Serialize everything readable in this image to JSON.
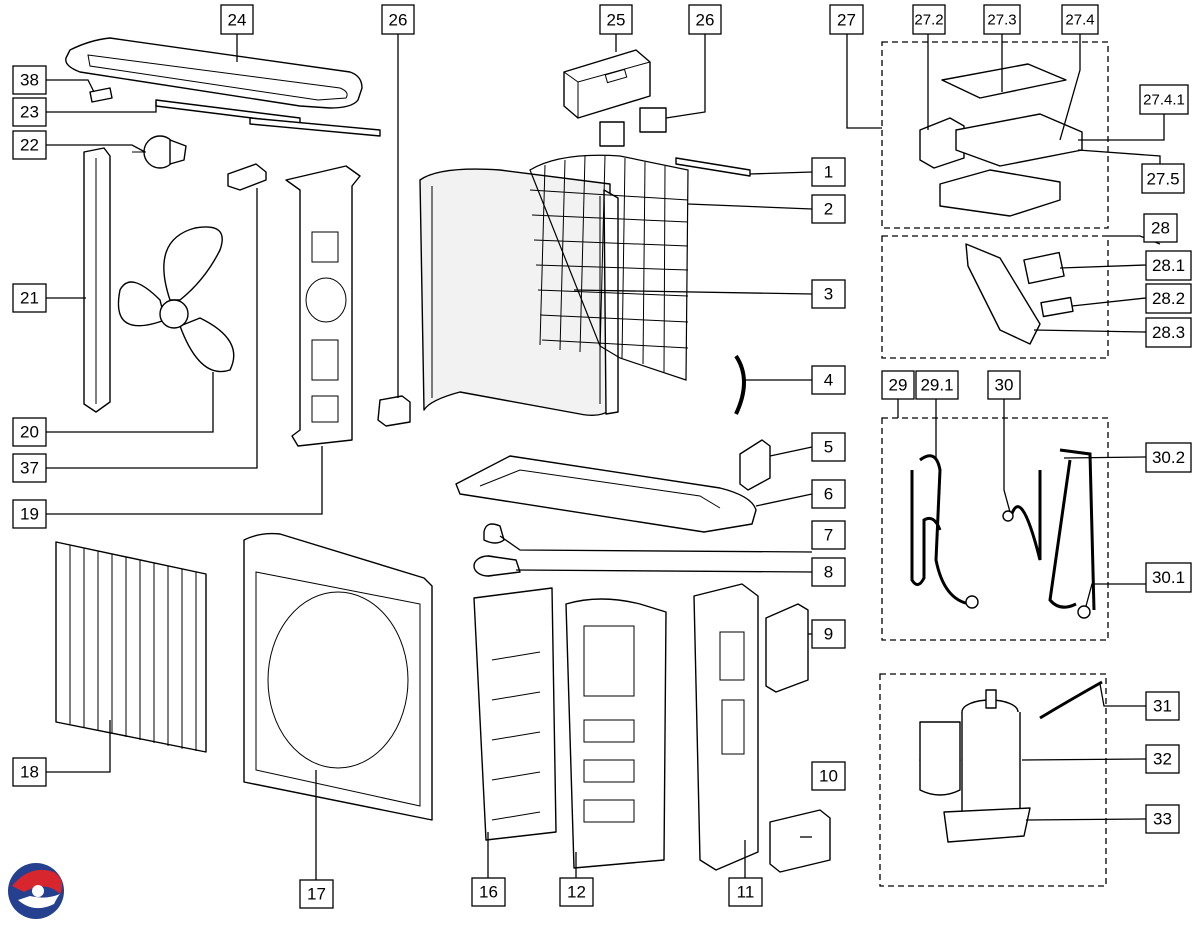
{
  "diagram": {
    "title": "Exploded view - outdoor unit spare parts",
    "colors": {
      "line": "#000000",
      "logo_red": "#d7262d",
      "logo_blue": "#24408e"
    },
    "callouts": {
      "c1": "1",
      "c2": "2",
      "c3": "3",
      "c4": "4",
      "c5": "5",
      "c6": "6",
      "c7": "7",
      "c8": "8",
      "c9": "9",
      "c10": "10",
      "c11": "11",
      "c12": "12",
      "c16": "16",
      "c17": "17",
      "c18": "18",
      "c19": "19",
      "c20": "20",
      "c21": "21",
      "c22": "22",
      "c23": "23",
      "c24": "24",
      "c25": "25",
      "c26a": "26",
      "c26b": "26",
      "c27": "27",
      "c27_2": "27.2",
      "c27_3": "27.3",
      "c27_4": "27.4",
      "c27_4_1": "27.4.1",
      "c27_5": "27.5",
      "c28": "28",
      "c28_1": "28.1",
      "c28_2": "28.2",
      "c28_3": "28.3",
      "c29": "29",
      "c29_1": "29.1",
      "c30": "30",
      "c30_1": "30.1",
      "c30_2": "30.2",
      "c31": "31",
      "c32": "32",
      "c33": "33",
      "c37": "37",
      "c38": "38"
    },
    "icons": {
      "logo": "swirl-logo-icon"
    }
  }
}
